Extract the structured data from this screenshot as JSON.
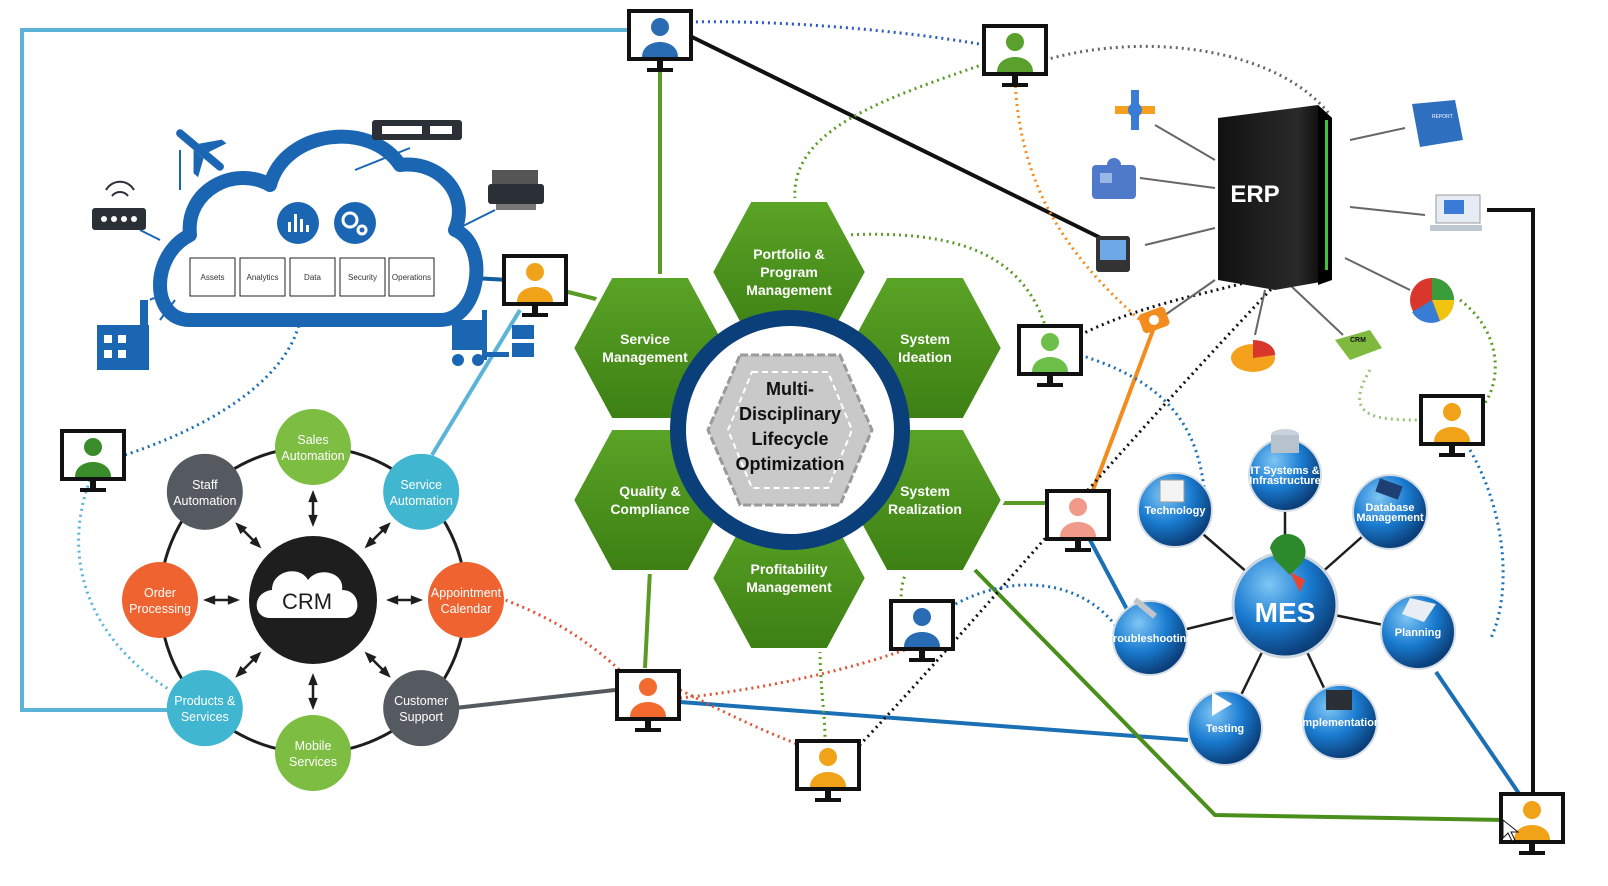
{
  "cloud": {
    "boxes": [
      "Assets",
      "Analytics",
      "Data",
      "Security",
      "Operations"
    ]
  },
  "crm": {
    "center": "CRM",
    "nodes": [
      {
        "id": "sales",
        "line1": "Sales",
        "line2": "Automation",
        "color": "#7dbd42"
      },
      {
        "id": "service",
        "line1": "Service",
        "line2": "Automation",
        "color": "#41b6d0"
      },
      {
        "id": "appointment",
        "line1": "Appointment",
        "line2": "Calendar",
        "color": "#ef6331"
      },
      {
        "id": "customer",
        "line1": "Customer",
        "line2": "Support",
        "color": "#555a60"
      },
      {
        "id": "mobile",
        "line1": "Mobile",
        "line2": "Services",
        "color": "#7dbd42"
      },
      {
        "id": "products",
        "line1": "Products &",
        "line2": "Services",
        "color": "#41b6d0"
      },
      {
        "id": "order",
        "line1": "Order",
        "line2": "Processing",
        "color": "#ef6331"
      },
      {
        "id": "staff",
        "line1": "Staff",
        "line2": "Automation",
        "color": "#555a60"
      }
    ]
  },
  "hexes": {
    "center": [
      "Multi-",
      "Disciplinary",
      "Lifecycle",
      "Optimization"
    ],
    "items": [
      {
        "id": "portfolio",
        "lines": [
          "Portfolio &",
          "Program",
          "Management"
        ]
      },
      {
        "id": "service-mgmt",
        "lines": [
          "Service",
          "Management"
        ]
      },
      {
        "id": "ideation",
        "lines": [
          "System",
          "Ideation"
        ]
      },
      {
        "id": "quality",
        "lines": [
          "Quality &",
          "Compliance"
        ]
      },
      {
        "id": "realization",
        "lines": [
          "System",
          "Realization"
        ]
      },
      {
        "id": "profitability",
        "lines": [
          "Profitability",
          "Management"
        ]
      }
    ]
  },
  "erp": {
    "label": "ERP",
    "icon_labels": [
      "REPORT",
      "CRM"
    ]
  },
  "mes": {
    "center": "MES",
    "nodes": [
      {
        "id": "it",
        "lines": [
          "IT Systems &",
          "Infrastructure"
        ]
      },
      {
        "id": "technology",
        "lines": [
          "Technology"
        ]
      },
      {
        "id": "database",
        "lines": [
          "Database",
          "Management"
        ]
      },
      {
        "id": "troubleshooting",
        "lines": [
          "Troubleshooting"
        ]
      },
      {
        "id": "planning",
        "lines": [
          "Planning"
        ]
      },
      {
        "id": "testing",
        "lines": [
          "Testing"
        ]
      },
      {
        "id": "implementation",
        "lines": [
          "Implementation"
        ]
      }
    ]
  },
  "colors": {
    "green": "#4a8f1c",
    "blue": "#0f5f9f",
    "crm_dark": "#1e1e1e",
    "teal_line": "#5bb4d8"
  }
}
